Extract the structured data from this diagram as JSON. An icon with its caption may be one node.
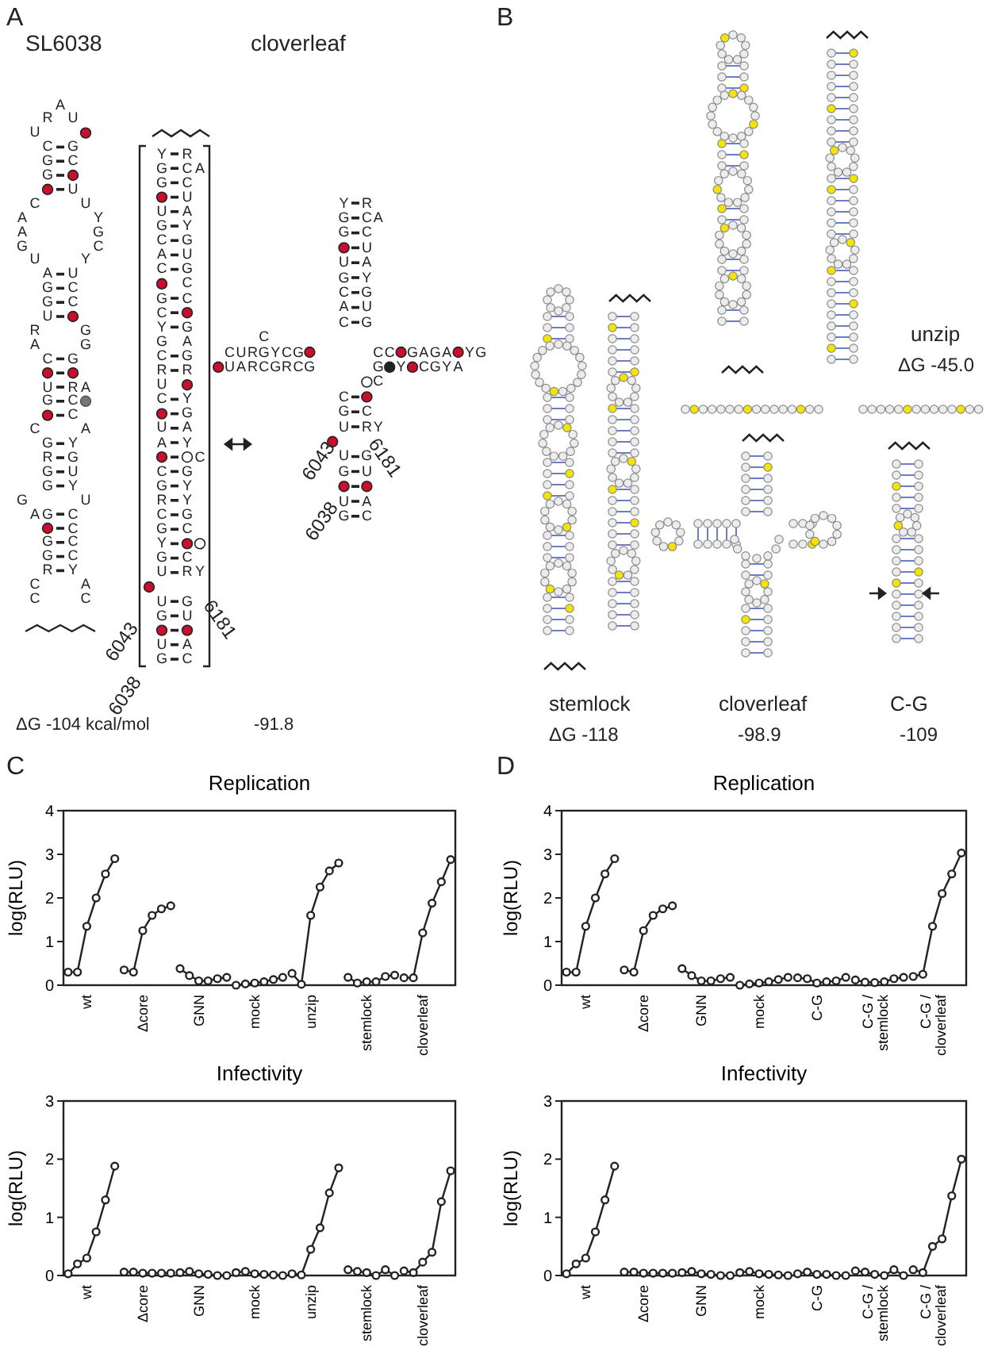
{
  "diagram": {
    "labels": [
      "A",
      "SL6038",
      "cloverleaf",
      "A",
      "R",
      "U",
      "U",
      "C",
      "G",
      "G",
      "C",
      "G",
      "U",
      "C",
      "U",
      "A",
      "Y",
      "A",
      "G",
      "G",
      "C",
      "U",
      "Y",
      "A",
      "U",
      "G",
      "C",
      "G",
      "C",
      "U",
      "R",
      "G",
      "A",
      "G",
      "C",
      "G",
      "U",
      "R",
      "A",
      "G",
      "C",
      "C",
      "C",
      "A",
      "G",
      "Y",
      "R",
      "G",
      "G",
      "U",
      "G",
      "Y",
      "G",
      "U",
      "A",
      "G",
      "C",
      "C",
      "G",
      "C",
      "G",
      "C",
      "R",
      "Y",
      "C",
      "A",
      "C",
      "C",
      "Y",
      "R",
      "G",
      "C",
      "A",
      "G",
      "C",
      "U",
      "U",
      "A",
      "G",
      "Y",
      "C",
      "G",
      "A",
      "U",
      "C",
      "G",
      "C",
      "G",
      "C",
      "C",
      "Y",
      "G",
      "G",
      "A",
      "C",
      "G",
      "R",
      "R",
      "U",
      "C",
      "Y",
      "G",
      "U",
      "A",
      "A",
      "Y",
      "C",
      "C",
      "G",
      "G",
      "Y",
      "R",
      "Y",
      "C",
      "G",
      "G",
      "C",
      "Y",
      "G",
      "C",
      "U",
      "R",
      "Y",
      "U",
      "G",
      "G",
      "U",
      "U",
      "A",
      "G",
      "C",
      "Y",
      "R",
      "G",
      "C",
      "A",
      "G",
      "C",
      "U",
      "U",
      "A",
      "G",
      "Y",
      "C",
      "G",
      "A",
      "U",
      "C",
      "G",
      "C",
      "C",
      "U",
      "R",
      "G",
      "Y",
      "C",
      "G",
      "C",
      "C",
      "G",
      "A",
      "G",
      "A",
      "Y",
      "G",
      "U",
      "A",
      "R",
      "C",
      "G",
      "R",
      "C",
      "G",
      "G",
      "Y",
      "C",
      "G",
      "Y",
      "A",
      "C",
      "C",
      "G",
      "C",
      "U",
      "R",
      "Y",
      "U",
      "G",
      "G",
      "U",
      "U",
      "A",
      "G",
      "C",
      "6043",
      "6181",
      "6038",
      "6043",
      "6181",
      "6038",
      "ΔG  -104 kcal/mol",
      "-91.8",
      "B",
      "unzip",
      "ΔG  -45.0",
      "stemlock",
      "cloverleaf",
      "C-G",
      "ΔG  -118",
      "-98.9",
      "-109",
      "C",
      "D"
    ],
    "chart_data": [
      {
        "type": "line",
        "title": "Replication",
        "ylabel": "log(RLU)",
        "ylim": [
          0,
          4
        ],
        "yticks": [
          0,
          1,
          2,
          3,
          4
        ],
        "categories": [
          null,
          null,
          "wt",
          null,
          null,
          null,
          null,
          null,
          "Δcore",
          null,
          null,
          null,
          null,
          null,
          "GNN",
          null,
          null,
          null,
          null,
          null,
          "mock",
          null,
          null,
          null,
          null,
          null,
          "unzip",
          null,
          null,
          null,
          null,
          null,
          "stemlock",
          null,
          null,
          null,
          null,
          null,
          "cloverleaf",
          null,
          null,
          null
        ],
        "series": [
          {
            "marker": "o",
            "values": [
              0.3,
              0.3,
              1.35,
              2.0,
              2.55,
              2.9,
              null,
              null,
              null,
              null,
              null,
              null,
              null,
              null,
              null,
              null,
              null,
              null,
              null,
              null,
              null,
              null,
              null,
              null,
              null,
              null,
              null,
              null,
              null,
              null,
              null,
              null,
              null,
              null,
              null,
              null,
              null,
              null,
              null,
              null,
              null,
              null
            ]
          },
          {
            "marker": "o",
            "values": [
              null,
              null,
              null,
              null,
              null,
              null,
              0.35,
              0.3,
              1.25,
              1.6,
              1.75,
              1.82,
              null,
              null,
              null,
              null,
              null,
              null,
              null,
              null,
              null,
              null,
              null,
              null,
              null,
              null,
              null,
              null,
              null,
              null,
              null,
              null,
              null,
              null,
              null,
              null,
              null,
              null,
              null,
              null,
              null,
              null
            ]
          },
          {
            "marker": "o",
            "values": [
              null,
              null,
              null,
              null,
              null,
              null,
              null,
              null,
              null,
              null,
              null,
              null,
              0.38,
              0.22,
              0.1,
              0.1,
              0.15,
              0.18,
              null,
              null,
              null,
              null,
              null,
              null,
              null,
              null,
              null,
              null,
              null,
              null,
              null,
              null,
              null,
              null,
              null,
              null,
              null,
              null,
              null,
              null,
              null,
              null
            ]
          },
          {
            "marker": "o",
            "values": [
              null,
              null,
              null,
              null,
              null,
              null,
              null,
              null,
              null,
              null,
              null,
              null,
              null,
              null,
              null,
              null,
              null,
              null,
              0.0,
              0.03,
              0.05,
              0.08,
              0.13,
              0.18,
              null,
              null,
              null,
              null,
              null,
              null,
              null,
              null,
              null,
              null,
              null,
              null,
              null,
              null,
              null,
              null,
              null,
              null
            ]
          },
          {
            "marker": "o",
            "values": [
              null,
              null,
              null,
              null,
              null,
              null,
              null,
              null,
              null,
              null,
              null,
              null,
              null,
              null,
              null,
              null,
              null,
              null,
              null,
              null,
              null,
              null,
              null,
              null,
              0.27,
              0.02,
              1.6,
              2.25,
              2.62,
              2.8,
              null,
              null,
              null,
              null,
              null,
              null,
              null,
              null,
              null,
              null,
              null,
              null
            ]
          },
          {
            "marker": "o",
            "values": [
              null,
              null,
              null,
              null,
              null,
              null,
              null,
              null,
              null,
              null,
              null,
              null,
              null,
              null,
              null,
              null,
              null,
              null,
              null,
              null,
              null,
              null,
              null,
              null,
              null,
              null,
              null,
              null,
              null,
              null,
              0.18,
              0.05,
              0.08,
              0.08,
              0.2,
              0.23,
              null,
              null,
              null,
              null,
              null,
              null
            ]
          },
          {
            "marker": "o",
            "values": [
              null,
              null,
              null,
              null,
              null,
              null,
              null,
              null,
              null,
              null,
              null,
              null,
              null,
              null,
              null,
              null,
              null,
              null,
              null,
              null,
              null,
              null,
              null,
              null,
              null,
              null,
              null,
              null,
              null,
              null,
              null,
              null,
              null,
              null,
              null,
              null,
              0.17,
              0.17,
              1.2,
              1.88,
              2.37,
              2.88
            ]
          }
        ]
      },
      {
        "type": "line",
        "title": "Infectivity",
        "ylabel": "log(RLU)",
        "ylim": [
          0,
          3
        ],
        "yticks": [
          0,
          1,
          2,
          3
        ],
        "categories": [
          null,
          null,
          "wt",
          null,
          null,
          null,
          null,
          null,
          "Δcore",
          null,
          null,
          null,
          null,
          null,
          "GNN",
          null,
          null,
          null,
          null,
          null,
          "mock",
          null,
          null,
          null,
          null,
          null,
          "unzip",
          null,
          null,
          null,
          null,
          null,
          "stemlock",
          null,
          null,
          null,
          null,
          null,
          "cloverleaf",
          null,
          null,
          null
        ],
        "series": [
          {
            "marker": "o",
            "values": [
              0.03,
              0.2,
              0.3,
              0.75,
              1.3,
              1.88,
              null,
              null,
              null,
              null,
              null,
              null,
              null,
              null,
              null,
              null,
              null,
              null,
              null,
              null,
              null,
              null,
              null,
              null,
              null,
              null,
              null,
              null,
              null,
              null,
              null,
              null,
              null,
              null,
              null,
              null,
              null,
              null,
              null,
              null,
              null,
              null
            ]
          },
          {
            "marker": "o",
            "values": [
              null,
              null,
              null,
              null,
              null,
              null,
              0.06,
              0.06,
              0.04,
              0.04,
              0.04,
              0.04,
              null,
              null,
              null,
              null,
              null,
              null,
              null,
              null,
              null,
              null,
              null,
              null,
              null,
              null,
              null,
              null,
              null,
              null,
              null,
              null,
              null,
              null,
              null,
              null,
              null,
              null,
              null,
              null,
              null,
              null
            ]
          },
          {
            "marker": "o",
            "values": [
              null,
              null,
              null,
              null,
              null,
              null,
              null,
              null,
              null,
              null,
              null,
              null,
              0.05,
              0.07,
              0.03,
              0.02,
              0.0,
              0.0,
              null,
              null,
              null,
              null,
              null,
              null,
              null,
              null,
              null,
              null,
              null,
              null,
              null,
              null,
              null,
              null,
              null,
              null,
              null,
              null,
              null,
              null,
              null,
              null
            ]
          },
          {
            "marker": "o",
            "values": [
              null,
              null,
              null,
              null,
              null,
              null,
              null,
              null,
              null,
              null,
              null,
              null,
              null,
              null,
              null,
              null,
              null,
              null,
              0.05,
              0.07,
              0.03,
              0.02,
              0.01,
              0.0,
              null,
              null,
              null,
              null,
              null,
              null,
              null,
              null,
              null,
              null,
              null,
              null,
              null,
              null,
              null,
              null,
              null,
              null
            ]
          },
          {
            "marker": "o",
            "values": [
              null,
              null,
              null,
              null,
              null,
              null,
              null,
              null,
              null,
              null,
              null,
              null,
              null,
              null,
              null,
              null,
              null,
              null,
              null,
              null,
              null,
              null,
              null,
              null,
              0.03,
              0.01,
              0.45,
              0.82,
              1.42,
              1.85,
              null,
              null,
              null,
              null,
              null,
              null,
              null,
              null,
              null,
              null,
              null,
              null
            ]
          },
          {
            "marker": "o",
            "values": [
              null,
              null,
              null,
              null,
              null,
              null,
              null,
              null,
              null,
              null,
              null,
              null,
              null,
              null,
              null,
              null,
              null,
              null,
              null,
              null,
              null,
              null,
              null,
              null,
              null,
              null,
              null,
              null,
              null,
              null,
              0.1,
              0.07,
              0.05,
              0.0,
              0.1,
              0.0,
              null,
              null,
              null,
              null,
              null,
              null
            ]
          },
          {
            "marker": "o",
            "values": [
              null,
              null,
              null,
              null,
              null,
              null,
              null,
              null,
              null,
              null,
              null,
              null,
              null,
              null,
              null,
              null,
              null,
              null,
              null,
              null,
              null,
              null,
              null,
              null,
              null,
              null,
              null,
              null,
              null,
              null,
              null,
              null,
              null,
              null,
              null,
              null,
              0.08,
              0.05,
              0.23,
              0.4,
              1.27,
              1.8
            ]
          }
        ]
      },
      {
        "type": "line",
        "title": "Replication",
        "ylabel": "log(RLU)",
        "ylim": [
          0,
          4
        ],
        "yticks": [
          0,
          1,
          2,
          3,
          4
        ],
        "categories": [
          null,
          null,
          "wt",
          null,
          null,
          null,
          null,
          null,
          "Δcore",
          null,
          null,
          null,
          null,
          null,
          "GNN",
          null,
          null,
          null,
          null,
          null,
          "mock",
          null,
          null,
          null,
          null,
          null,
          "C-G",
          null,
          null,
          null,
          null,
          null,
          "C-G / stemlock",
          null,
          null,
          null,
          null,
          null,
          "C-G / cloverleaf",
          null,
          null,
          null
        ],
        "series": [
          {
            "marker": "o",
            "values": [
              0.3,
              0.3,
              1.35,
              2.0,
              2.55,
              2.9,
              null,
              null,
              null,
              null,
              null,
              null,
              null,
              null,
              null,
              null,
              null,
              null,
              null,
              null,
              null,
              null,
              null,
              null,
              null,
              null,
              null,
              null,
              null,
              null,
              null,
              null,
              null,
              null,
              null,
              null,
              null,
              null,
              null,
              null,
              null,
              null
            ]
          },
          {
            "marker": "o",
            "values": [
              null,
              null,
              null,
              null,
              null,
              null,
              0.35,
              0.3,
              1.25,
              1.6,
              1.75,
              1.82,
              null,
              null,
              null,
              null,
              null,
              null,
              null,
              null,
              null,
              null,
              null,
              null,
              null,
              null,
              null,
              null,
              null,
              null,
              null,
              null,
              null,
              null,
              null,
              null,
              null,
              null,
              null,
              null,
              null,
              null
            ]
          },
          {
            "marker": "o",
            "values": [
              null,
              null,
              null,
              null,
              null,
              null,
              null,
              null,
              null,
              null,
              null,
              null,
              0.38,
              0.22,
              0.1,
              0.1,
              0.15,
              0.18,
              null,
              null,
              null,
              null,
              null,
              null,
              null,
              null,
              null,
              null,
              null,
              null,
              null,
              null,
              null,
              null,
              null,
              null,
              null,
              null,
              null,
              null,
              null,
              null
            ]
          },
          {
            "marker": "o",
            "values": [
              null,
              null,
              null,
              null,
              null,
              null,
              null,
              null,
              null,
              null,
              null,
              null,
              null,
              null,
              null,
              null,
              null,
              null,
              0.0,
              0.03,
              0.05,
              0.08,
              0.13,
              0.18,
              null,
              null,
              null,
              null,
              null,
              null,
              null,
              null,
              null,
              null,
              null,
              null,
              null,
              null,
              null,
              null,
              null,
              null
            ]
          },
          {
            "marker": "o",
            "values": [
              null,
              null,
              null,
              null,
              null,
              null,
              null,
              null,
              null,
              null,
              null,
              null,
              null,
              null,
              null,
              null,
              null,
              null,
              null,
              null,
              null,
              null,
              null,
              null,
              0.17,
              0.15,
              0.05,
              0.08,
              0.1,
              0.18,
              null,
              null,
              null,
              null,
              null,
              null,
              null,
              null,
              null,
              null,
              null,
              null
            ]
          },
          {
            "marker": "o",
            "values": [
              null,
              null,
              null,
              null,
              null,
              null,
              null,
              null,
              null,
              null,
              null,
              null,
              null,
              null,
              null,
              null,
              null,
              null,
              null,
              null,
              null,
              null,
              null,
              null,
              null,
              null,
              null,
              null,
              null,
              null,
              0.12,
              0.07,
              0.06,
              0.08,
              0.15,
              0.18,
              null,
              null,
              null,
              null,
              null,
              null
            ]
          },
          {
            "marker": "o",
            "values": [
              null,
              null,
              null,
              null,
              null,
              null,
              null,
              null,
              null,
              null,
              null,
              null,
              null,
              null,
              null,
              null,
              null,
              null,
              null,
              null,
              null,
              null,
              null,
              null,
              null,
              null,
              null,
              null,
              null,
              null,
              null,
              null,
              null,
              null,
              null,
              null,
              0.2,
              0.25,
              1.35,
              2.1,
              2.55,
              3.03
            ]
          }
        ]
      },
      {
        "type": "line",
        "title": "Infectivity",
        "ylabel": "log(RLU)",
        "ylim": [
          0,
          3
        ],
        "yticks": [
          0,
          1,
          2,
          3
        ],
        "categories": [
          null,
          null,
          "wt",
          null,
          null,
          null,
          null,
          null,
          "Δcore",
          null,
          null,
          null,
          null,
          null,
          "GNN",
          null,
          null,
          null,
          null,
          null,
          "mock",
          null,
          null,
          null,
          null,
          null,
          "C-G",
          null,
          null,
          null,
          null,
          null,
          "C-G / stemlock",
          null,
          null,
          null,
          null,
          null,
          "C-G / cloverleaf",
          null,
          null,
          null
        ],
        "series": [
          {
            "marker": "o",
            "values": [
              0.03,
              0.2,
              0.3,
              0.75,
              1.3,
              1.88,
              null,
              null,
              null,
              null,
              null,
              null,
              null,
              null,
              null,
              null,
              null,
              null,
              null,
              null,
              null,
              null,
              null,
              null,
              null,
              null,
              null,
              null,
              null,
              null,
              null,
              null,
              null,
              null,
              null,
              null,
              null,
              null,
              null,
              null,
              null,
              null
            ]
          },
          {
            "marker": "o",
            "values": [
              null,
              null,
              null,
              null,
              null,
              null,
              0.06,
              0.06,
              0.04,
              0.04,
              0.04,
              0.04,
              null,
              null,
              null,
              null,
              null,
              null,
              null,
              null,
              null,
              null,
              null,
              null,
              null,
              null,
              null,
              null,
              null,
              null,
              null,
              null,
              null,
              null,
              null,
              null,
              null,
              null,
              null,
              null,
              null,
              null
            ]
          },
          {
            "marker": "o",
            "values": [
              null,
              null,
              null,
              null,
              null,
              null,
              null,
              null,
              null,
              null,
              null,
              null,
              0.05,
              0.07,
              0.03,
              0.02,
              0.0,
              0.0,
              null,
              null,
              null,
              null,
              null,
              null,
              null,
              null,
              null,
              null,
              null,
              null,
              null,
              null,
              null,
              null,
              null,
              null,
              null,
              null,
              null,
              null,
              null,
              null
            ]
          },
          {
            "marker": "o",
            "values": [
              null,
              null,
              null,
              null,
              null,
              null,
              null,
              null,
              null,
              null,
              null,
              null,
              null,
              null,
              null,
              null,
              null,
              null,
              0.05,
              0.07,
              0.03,
              0.02,
              0.01,
              0.0,
              null,
              null,
              null,
              null,
              null,
              null,
              null,
              null,
              null,
              null,
              null,
              null,
              null,
              null,
              null,
              null,
              null,
              null
            ]
          },
          {
            "marker": "o",
            "values": [
              null,
              null,
              null,
              null,
              null,
              null,
              null,
              null,
              null,
              null,
              null,
              null,
              null,
              null,
              null,
              null,
              null,
              null,
              null,
              null,
              null,
              null,
              null,
              null,
              0.03,
              0.06,
              0.02,
              0.02,
              0.0,
              0.0,
              null,
              null,
              null,
              null,
              null,
              null,
              null,
              null,
              null,
              null,
              null,
              null
            ]
          },
          {
            "marker": "o",
            "values": [
              null,
              null,
              null,
              null,
              null,
              null,
              null,
              null,
              null,
              null,
              null,
              null,
              null,
              null,
              null,
              null,
              null,
              null,
              null,
              null,
              null,
              null,
              null,
              null,
              null,
              null,
              null,
              null,
              null,
              null,
              0.08,
              0.06,
              0.02,
              0.0,
              0.1,
              0.0,
              null,
              null,
              null,
              null,
              null,
              null
            ]
          },
          {
            "marker": "o",
            "values": [
              null,
              null,
              null,
              null,
              null,
              null,
              null,
              null,
              null,
              null,
              null,
              null,
              null,
              null,
              null,
              null,
              null,
              null,
              null,
              null,
              null,
              null,
              null,
              null,
              null,
              null,
              null,
              null,
              null,
              null,
              null,
              null,
              null,
              null,
              null,
              null,
              0.1,
              0.05,
              0.5,
              0.63,
              1.37,
              2.0
            ]
          }
        ]
      }
    ]
  }
}
